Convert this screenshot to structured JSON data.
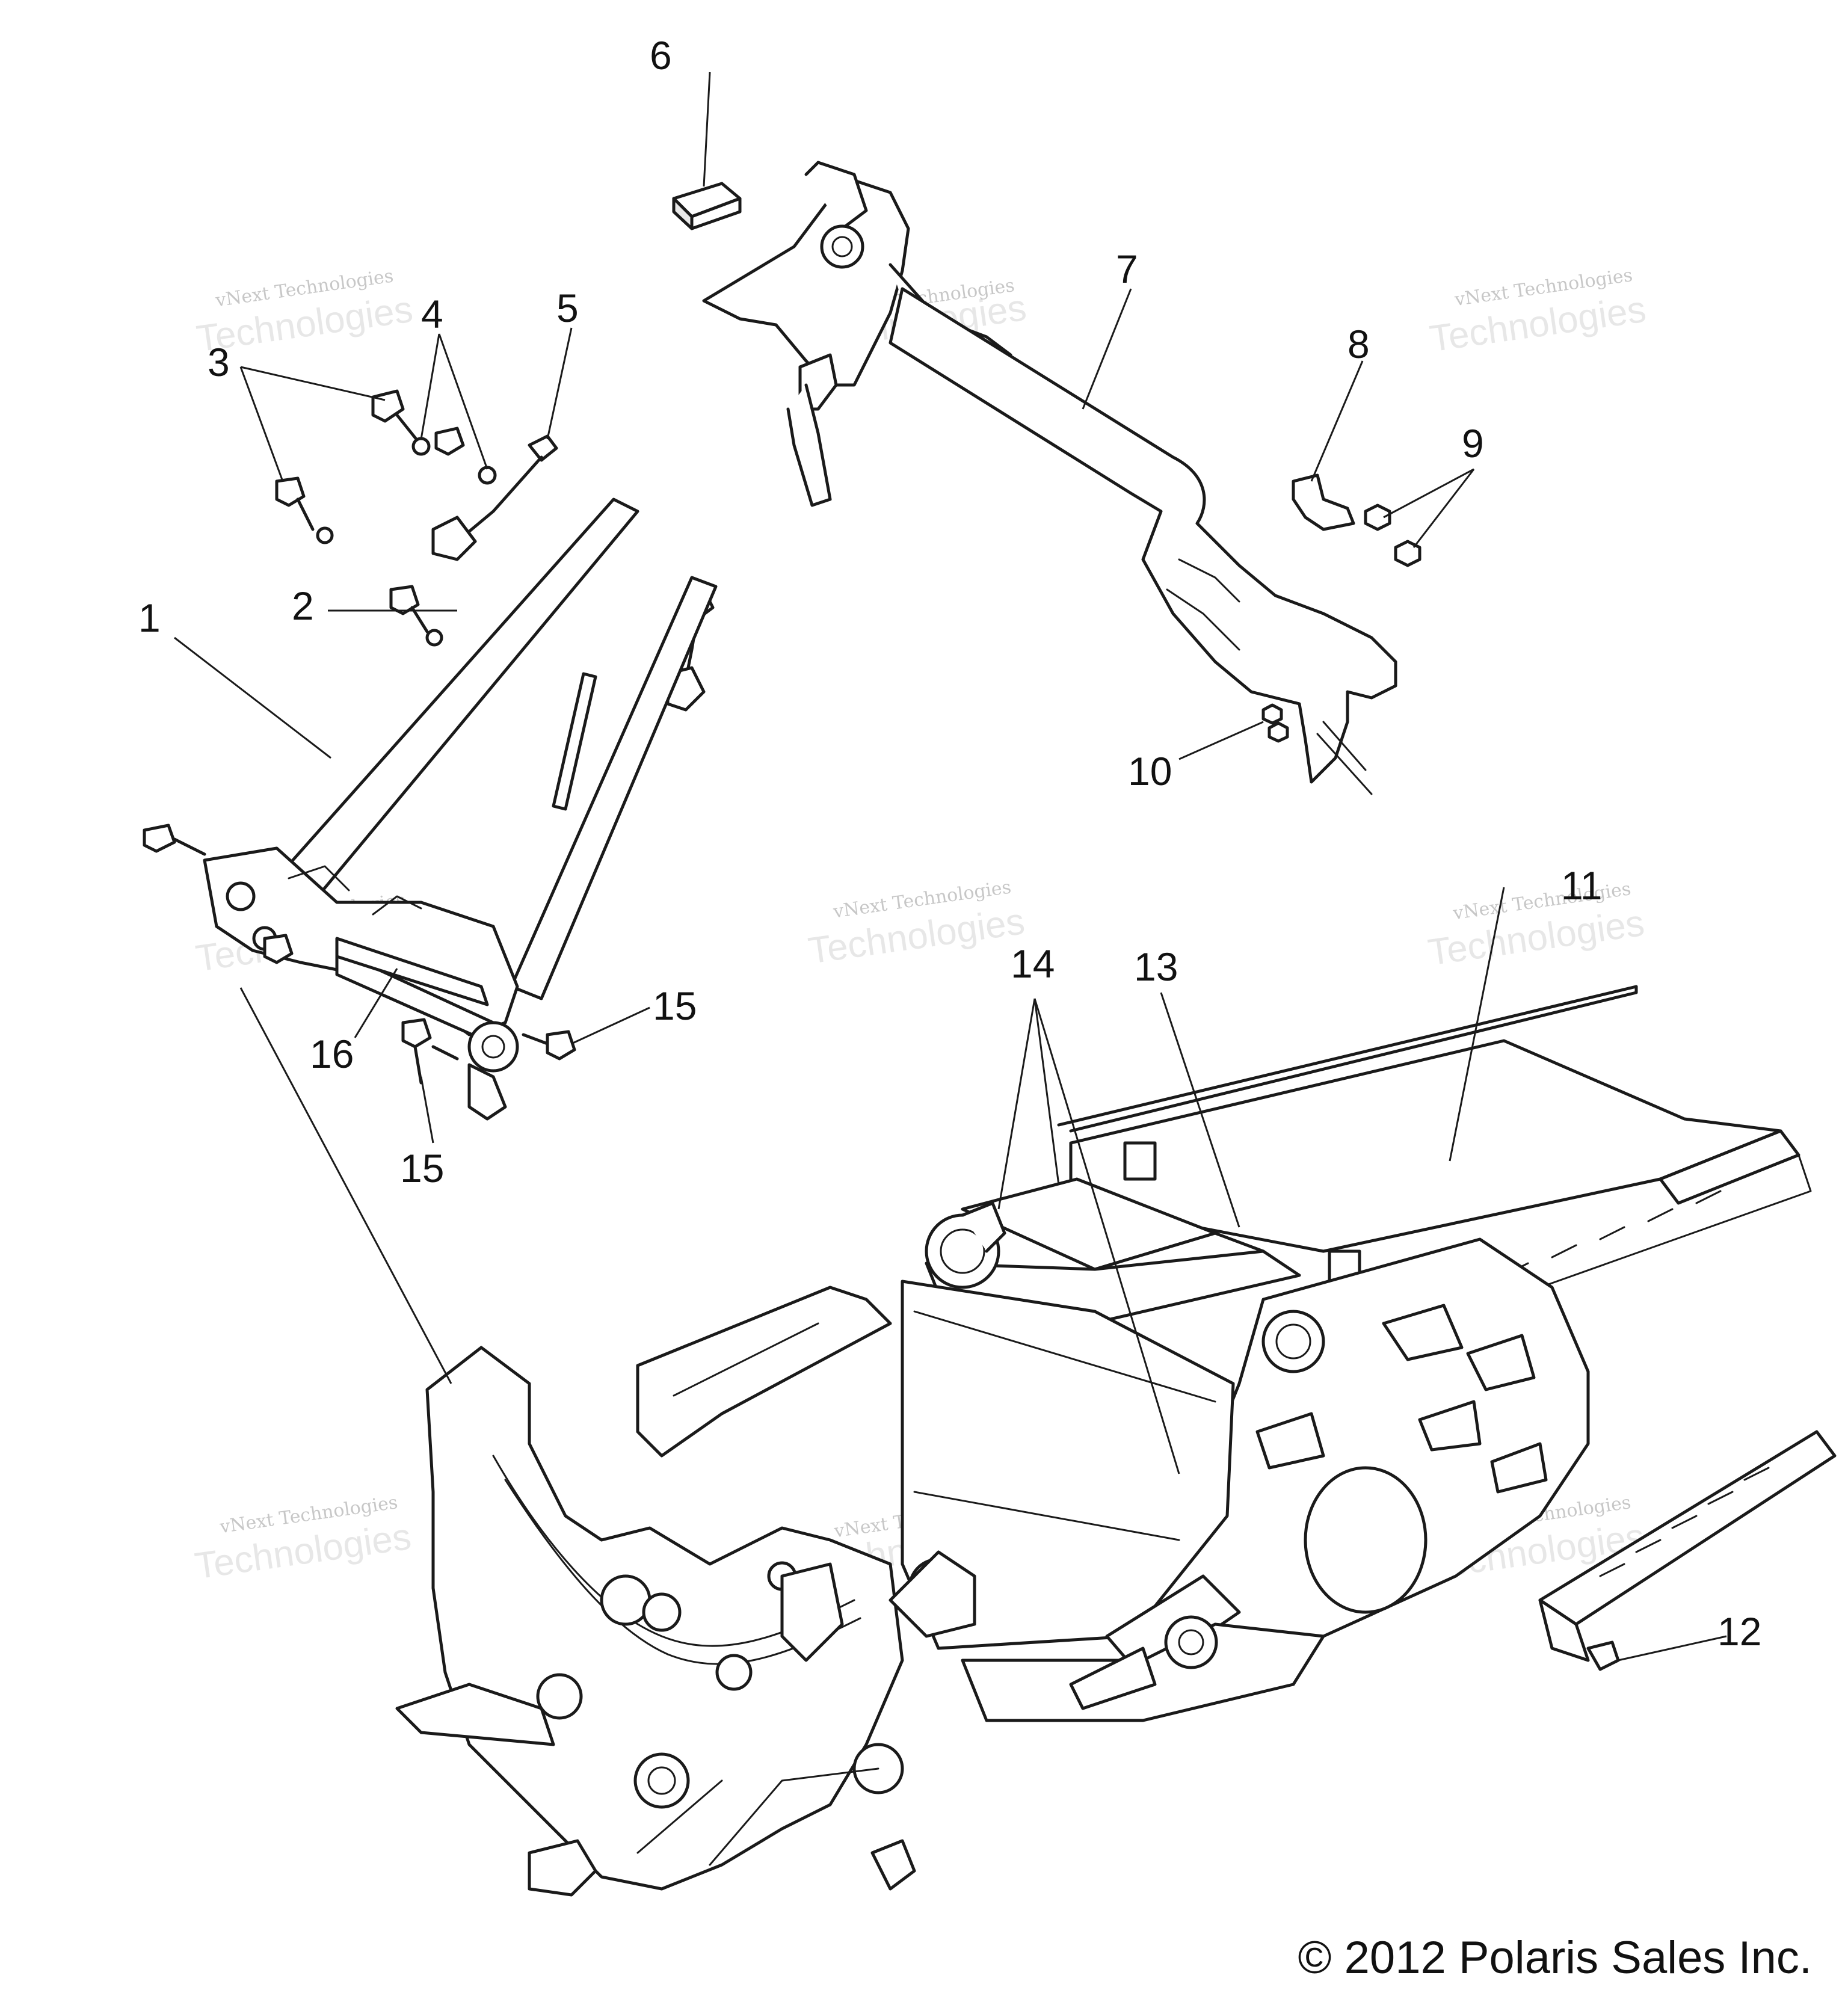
{
  "copyright": "© 2012 Polaris Sales Inc.",
  "watermark": {
    "line1": "vNext Technologies",
    "line2": "Technologies"
  },
  "callouts": {
    "c1": "1",
    "c2": "2",
    "c3": "3",
    "c4": "4",
    "c5": "5",
    "c6": "6",
    "c7": "7",
    "c8": "8",
    "c9": "9",
    "c10": "10",
    "c11": "11",
    "c12": "12",
    "c13": "13",
    "c14": "14",
    "c15a": "15",
    "c15b": "15",
    "c16": "16"
  }
}
